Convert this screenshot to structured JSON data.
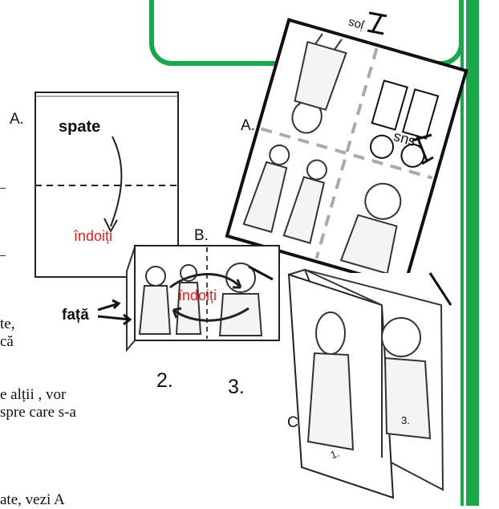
{
  "diagram": {
    "label_A_left": "A.",
    "label_A_right": "A.",
    "label_B": "B.",
    "label_C": "C.",
    "spate": "spate",
    "indoiti_1": "îndoiți",
    "indoiti_2": "îndoiți",
    "fata": "față",
    "num_2": "2.",
    "num_3": "3.",
    "booklet_1": "1.",
    "booklet_3": "3.",
    "sus": "sus",
    "jos": "jos"
  },
  "text_fragments": {
    "line1": "te,",
    "line2": "că",
    "line3": "e alții , vor",
    "line4": "spre care s-a",
    "line5": "ate, vezi A"
  },
  "colors": {
    "green": "#18a84a",
    "red": "#e21f1f"
  }
}
